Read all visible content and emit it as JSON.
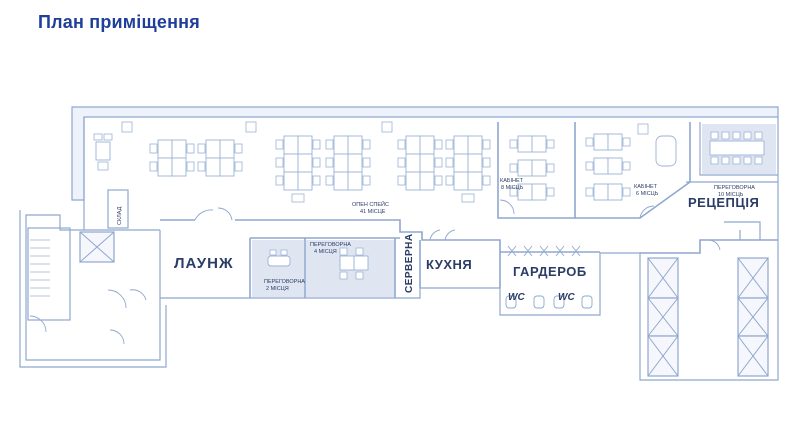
{
  "header": {
    "title": "План приміщення"
  },
  "rooms": {
    "open_space": {
      "name": "ОПЕН СПЕЙС",
      "seats": "41 МІСЦЕ"
    },
    "lounge": {
      "name": "ЛАУНЖ"
    },
    "meeting_2": {
      "name": "ПЕРЕГОВОРНА",
      "seats": "2 МІСЦЯ"
    },
    "meeting_4": {
      "name": "ПЕРЕГОВОРНА",
      "seats": "4 МІСЦЯ"
    },
    "server": {
      "name": "СЕРВЕРНА"
    },
    "kitchen": {
      "name": "КУХНЯ"
    },
    "wardrobe": {
      "name": "ГАРДЕРОБ"
    },
    "wc_1": {
      "name": "WC"
    },
    "wc_2": {
      "name": "WC"
    },
    "cabinet_8": {
      "name": "КАБІНЕТ",
      "seats": "8 МІСЦЬ"
    },
    "cabinet_6": {
      "name": "КАБІНЕТ",
      "seats": "6 МІСЦЬ"
    },
    "meeting_10": {
      "name": "ПЕРЕГОВОРНА",
      "seats": "10 МІСЦЬ"
    },
    "reception": {
      "name": "РЕЦЕПЦІЯ"
    },
    "storage": {
      "name": "СКЛАД"
    }
  }
}
